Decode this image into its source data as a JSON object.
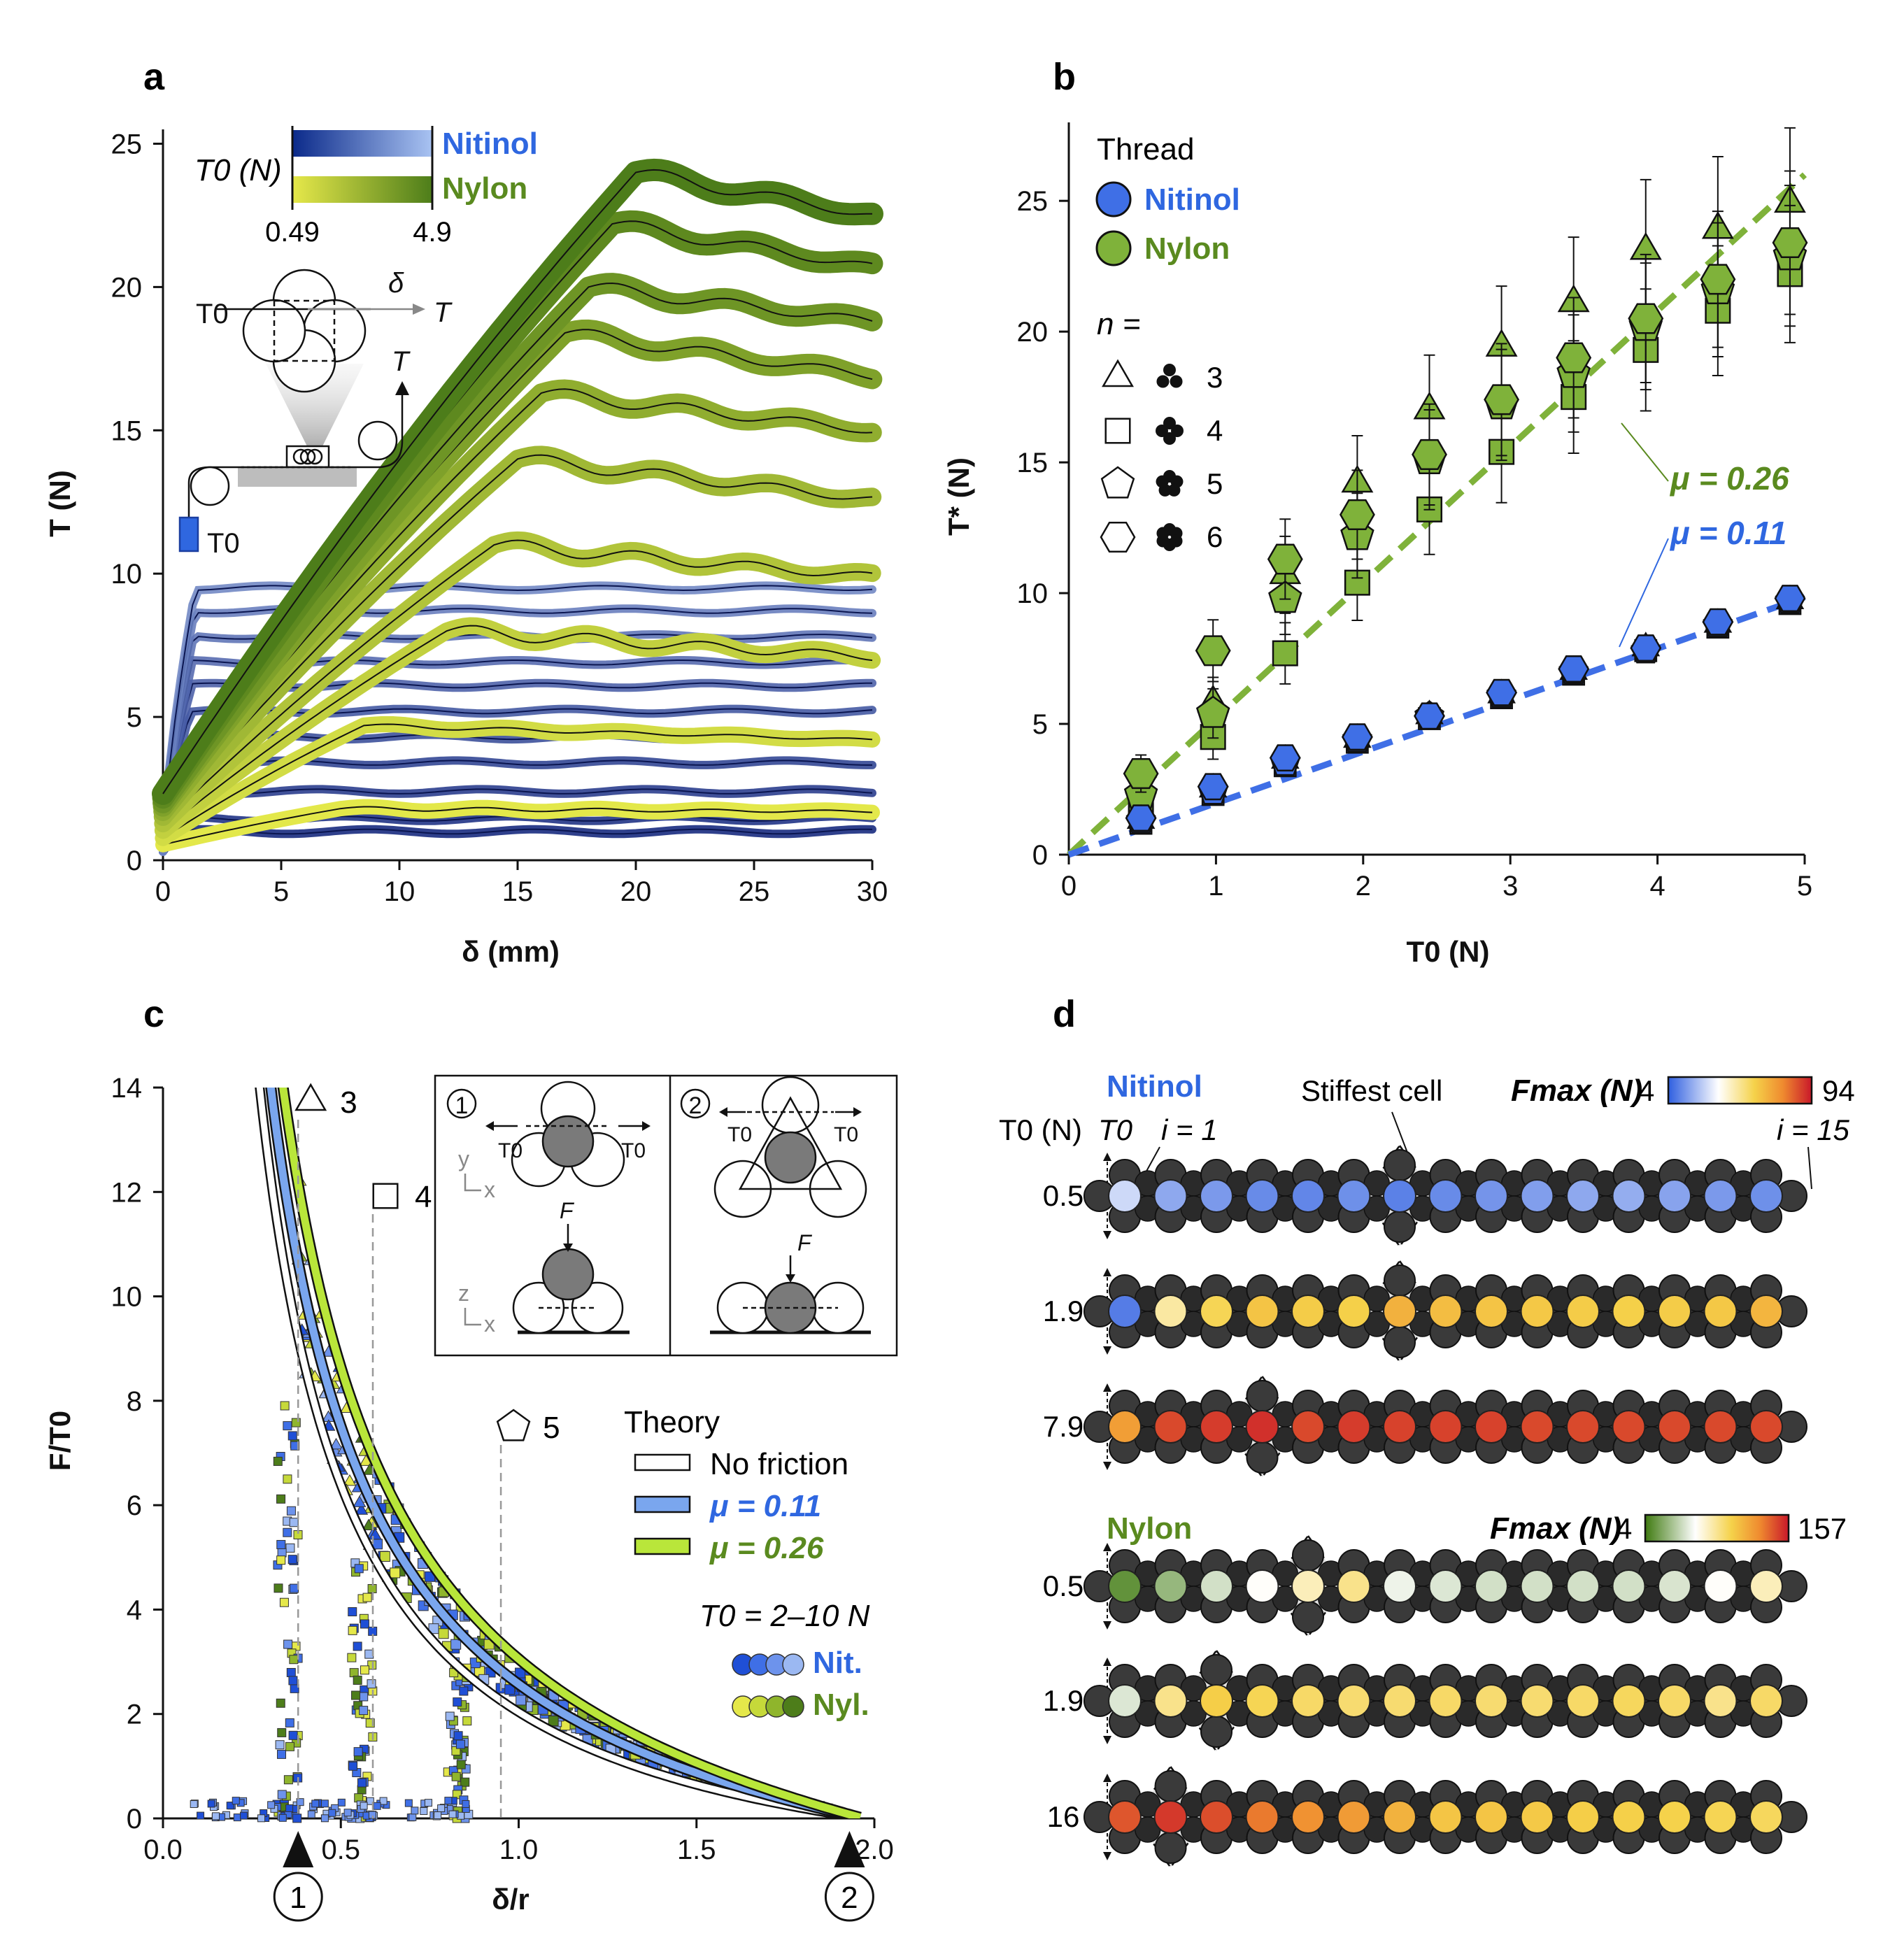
{
  "page": {
    "panels": {
      "a": "a",
      "b": "b",
      "c": "c",
      "d": "d"
    }
  },
  "colors": {
    "nitinol": "#2f67e0",
    "nitinol_dark": "#0b1e78",
    "nylon": "#5a8a1f",
    "nylon_light": "#d6e23c",
    "theory_mu011": "#7aa6ee",
    "theory_mu026": "#b9e63a"
  },
  "chart_data": [
    {
      "panel": "a",
      "type": "line",
      "xlabel": "δ (mm)",
      "ylabel": "T (N)",
      "xlim": [
        0,
        30
      ],
      "ylim": [
        0,
        25
      ],
      "xticks": [
        0,
        5,
        10,
        15,
        20,
        25,
        30
      ],
      "yticks": [
        0,
        5,
        10,
        15,
        20,
        25
      ],
      "legend": {
        "label": "T0 (N)",
        "range_min": "0.49",
        "range_max": "4.9",
        "nitinol": "Nitinol",
        "nylon": "Nylon"
      },
      "schematic": {
        "t0_top": "T0",
        "t0_weight": "T0",
        "delta": "δ",
        "t_right": "T",
        "t_up": "T"
      },
      "nitinol_plateaus": [
        1.0,
        1.45,
        2.4,
        3.4,
        4.3,
        5.2,
        6.1,
        6.9,
        7.8,
        8.7,
        9.5
      ],
      "nylon_curves": [
        {
          "peak_x": 7.5,
          "peak_y": 1.8,
          "end_y": 1.7
        },
        {
          "peak_x": 8.5,
          "peak_y": 4.7,
          "end_y": 4.2
        },
        {
          "peak_x": 12,
          "peak_y": 8.0,
          "end_y": 7.1
        },
        {
          "peak_x": 14,
          "peak_y": 11.0,
          "end_y": 9.9
        },
        {
          "peak_x": 15,
          "peak_y": 14.0,
          "end_y": 12.6
        },
        {
          "peak_x": 16,
          "peak_y": 16.3,
          "end_y": 15.0
        },
        {
          "peak_x": 17,
          "peak_y": 18.4,
          "end_y": 16.9
        },
        {
          "peak_x": 18,
          "peak_y": 20.0,
          "end_y": 18.8
        },
        {
          "peak_x": 19,
          "peak_y": 22.2,
          "end_y": 20.7
        },
        {
          "peak_x": 20,
          "peak_y": 24.0,
          "end_y": 22.5
        }
      ]
    },
    {
      "panel": "b",
      "type": "scatter",
      "xlabel": "T0 (N)",
      "ylabel": "T* (N)",
      "xlim": [
        0,
        5
      ],
      "ylim": [
        0,
        28
      ],
      "xticks": [
        0,
        1,
        2,
        3,
        4,
        5
      ],
      "yticks": [
        0,
        5,
        10,
        15,
        20,
        25
      ],
      "legend": {
        "thread_title": "Thread",
        "nitinol": "Nitinol",
        "nylon": "Nylon",
        "n_title": "n =",
        "n_values": [
          "3",
          "4",
          "5",
          "6"
        ]
      },
      "fits": [
        {
          "name": "μ = 0.26",
          "slope": 5.2
        },
        {
          "name": "μ = 0.11",
          "slope": 1.97
        }
      ],
      "x": [
        0.49,
        0.98,
        1.47,
        1.96,
        2.45,
        2.94,
        3.43,
        3.92,
        4.41,
        4.9
      ],
      "nylon": {
        "n3": [
          2.7,
          5.8,
          10.7,
          14.2,
          17.0,
          19.4,
          21.1,
          23.1,
          23.9,
          24.9
        ],
        "n4": [
          1.8,
          4.5,
          7.7,
          10.4,
          13.2,
          15.4,
          17.5,
          19.3,
          20.8,
          22.2
        ],
        "n5": [
          2.3,
          5.4,
          9.8,
          12.2,
          15.1,
          17.2,
          18.4,
          20.2,
          21.6,
          22.9
        ],
        "n6": [
          3.1,
          7.8,
          11.3,
          13.0,
          15.3,
          17.4,
          19.0,
          20.5,
          22.0,
          23.4
        ]
      },
      "nitinol": {
        "n3": [
          1.3,
          2.5,
          3.6,
          4.4,
          5.3,
          6.1,
          7.0,
          7.9,
          8.8,
          9.7
        ],
        "n4": [
          1.2,
          2.3,
          3.4,
          4.3,
          5.2,
          6.0,
          6.9,
          7.8,
          8.7,
          9.6
        ],
        "n5": [
          1.3,
          2.4,
          3.5,
          4.4,
          5.3,
          6.1,
          7.0,
          7.8,
          8.8,
          9.7
        ],
        "n6": [
          1.4,
          2.6,
          3.7,
          4.5,
          5.3,
          6.2,
          7.1,
          7.9,
          8.9,
          9.8
        ]
      }
    },
    {
      "panel": "c",
      "type": "scatter",
      "xlabel": "δ/r",
      "ylabel": "F/T0",
      "xlim": [
        0,
        2
      ],
      "ylim": [
        0,
        14
      ],
      "xticks": [
        0.0,
        0.5,
        1.0,
        1.5,
        2.0
      ],
      "yticks": [
        0,
        2,
        4,
        6,
        8,
        10,
        12,
        14
      ],
      "n_markers": [
        {
          "label": "3",
          "x": 0.38
        },
        {
          "label": "4",
          "x": 0.59
        },
        {
          "label": "5",
          "x": 0.95
        }
      ],
      "arrow_markers": [
        {
          "label": "1",
          "x": 0.38
        },
        {
          "label": "2",
          "x": 1.93
        }
      ],
      "legend": {
        "theory_title": "Theory",
        "no_friction": "No friction",
        "mu011": "μ = 0.11",
        "mu026": "μ = 0.26",
        "t0_range": "T0 = 2–10 N",
        "nit": "Nit.",
        "nyl": "Nyl."
      },
      "inset": {
        "panel1": "1",
        "panel2": "2",
        "t0": "T0",
        "force": "F",
        "axis_y": "y",
        "axis_x": "x",
        "axis_z": "z"
      }
    },
    {
      "panel": "d",
      "type": "heatmap",
      "t0_header": "T0 (N)",
      "t0_symbol": "T0",
      "index_first": "i = 1",
      "index_last": "i = 15",
      "stiffest_label": "Stiffest cell",
      "nitinol": {
        "title": "Nitinol",
        "fmax_label": "Fmax (N)",
        "scale_min": "4",
        "scale_max": "94",
        "rows": [
          {
            "t0": "0.5",
            "stiffest": 7,
            "values": [
              25,
              15,
              12,
              9,
              8,
              10,
              7,
              9,
              11,
              13,
              15,
              16,
              14,
              12,
              10
            ]
          },
          {
            "t0": "1.9",
            "stiffest": 7,
            "values": [
              6,
              45,
              55,
              60,
              58,
              57,
              65,
              62,
              60,
              59,
              58,
              57,
              58,
              59,
              64
            ]
          },
          {
            "t0": "7.9",
            "stiffest": 4,
            "values": [
              70,
              86,
              88,
              90,
              86,
              88,
              87,
              87,
              87,
              86,
              86,
              86,
              86,
              86,
              86
            ]
          }
        ]
      },
      "nylon": {
        "title": "Nylon",
        "fmax_label": "Fmax (N)",
        "scale_min": "4",
        "scale_max": "157",
        "rows": [
          {
            "t0": "0.5",
            "stiffest": 5,
            "values": [
              10,
              25,
              42,
              56,
              70,
              80,
              50,
              45,
              42,
              42,
              42,
              42,
              44,
              56,
              70
            ]
          },
          {
            "t0": "1.9",
            "stiffest": 3,
            "values": [
              45,
              80,
              96,
              92,
              88,
              86,
              86,
              88,
              86,
              86,
              88,
              90,
              88,
              80,
              88
            ]
          },
          {
            "t0": "16",
            "stiffest": 2,
            "values": [
              140,
              148,
              142,
              130,
              122,
              118,
              108,
              100,
              100,
              98,
              96,
              95,
              94,
              92,
              90
            ]
          }
        ]
      }
    }
  ]
}
